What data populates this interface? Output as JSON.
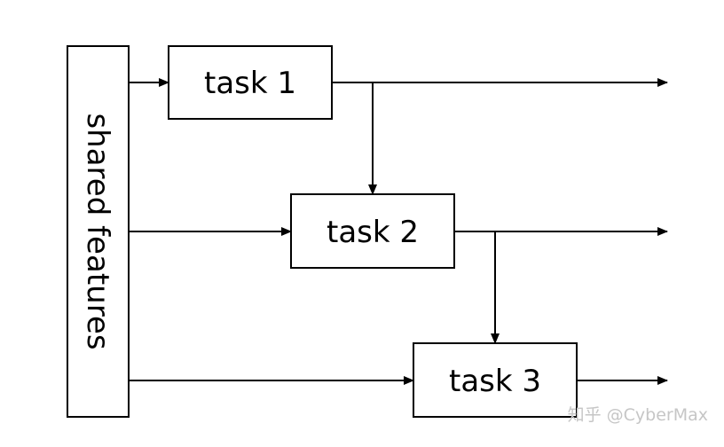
{
  "diagram": {
    "shared_label": "shared features",
    "tasks": [
      "task 1",
      "task 2",
      "task 3"
    ]
  },
  "watermark": "知乎 @CyberMax",
  "colors": {
    "stroke": "#000000",
    "background": "#ffffff",
    "watermark": "#c6c6c6"
  }
}
